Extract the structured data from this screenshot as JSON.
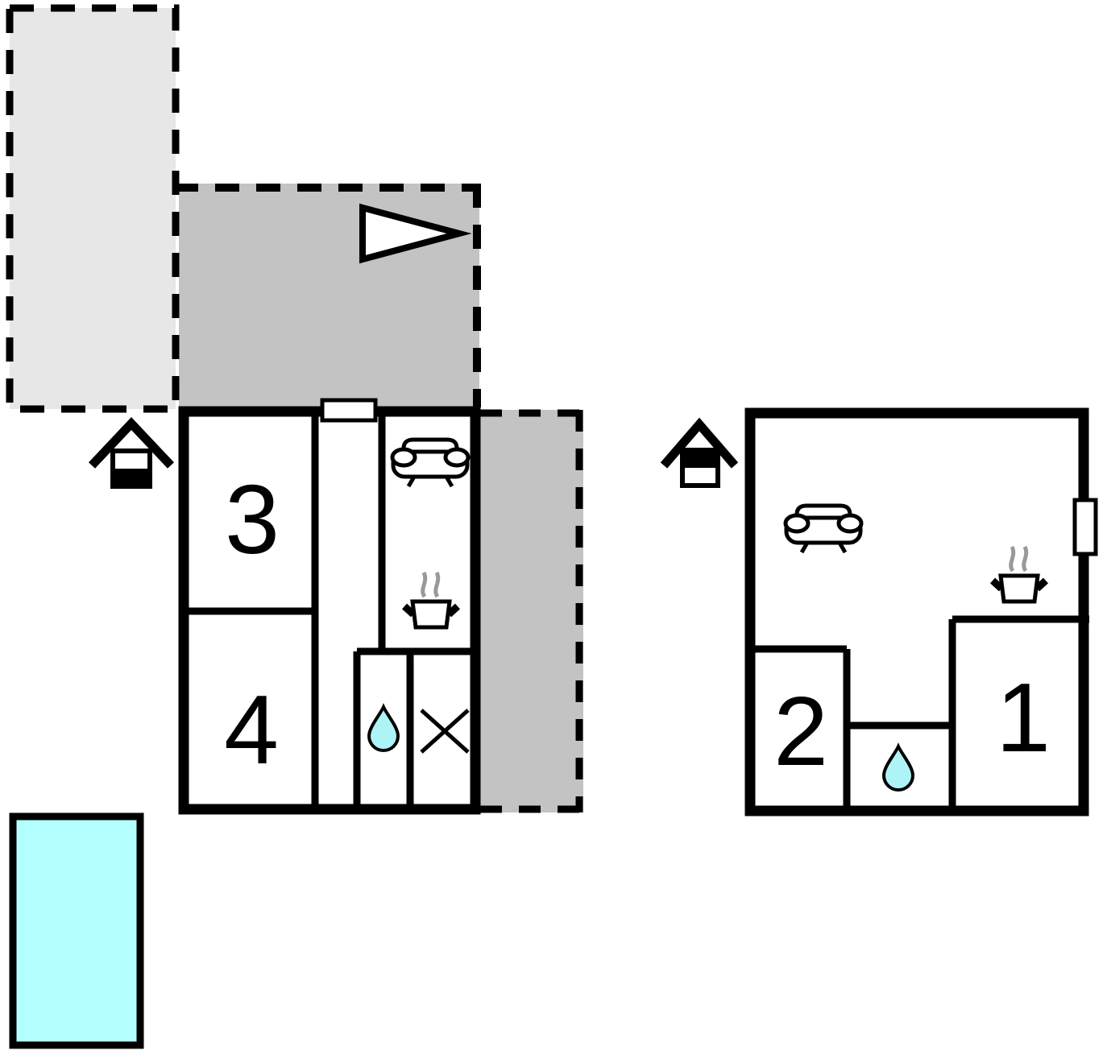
{
  "floorplan": {
    "type": "holiday-home floor plan",
    "colors": {
      "wall": "#000000",
      "terrace_light": "#e7e7e7",
      "terrace_dark": "#c3c3c3",
      "pool": "#b3feff",
      "water": "#aef4f6",
      "steam": "#999999",
      "room_fill": "#ffffff"
    },
    "main_building": {
      "rooms": {
        "room3": "3",
        "room4": "4"
      },
      "icons": [
        "entrance-icon",
        "sofa-icon",
        "stove-icon",
        "water-drop-icon",
        "crossed-room-icon",
        "window",
        "door"
      ]
    },
    "annex_building": {
      "rooms": {
        "room1": "1",
        "room2": "2"
      },
      "icons": [
        "entrance-icon",
        "sofa-icon",
        "stove-icon",
        "water-drop-icon",
        "window"
      ]
    },
    "outdoor": {
      "areas": [
        "upper-terrace",
        "covered-terrace",
        "side-terrace",
        "pool"
      ],
      "direction_marker": "triangle-flag"
    }
  }
}
